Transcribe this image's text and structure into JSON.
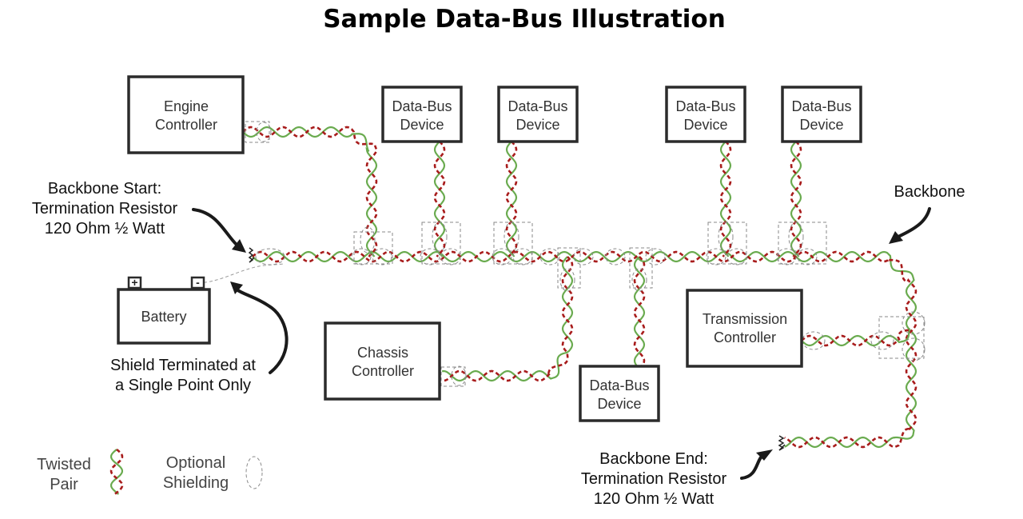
{
  "title": "Sample Data-Bus Illustration",
  "components": {
    "engine_controller": [
      "Engine",
      "Controller"
    ],
    "device_1": [
      "Data-Bus",
      "Device"
    ],
    "device_2": [
      "Data-Bus",
      "Device"
    ],
    "device_3": [
      "Data-Bus",
      "Device"
    ],
    "device_4": [
      "Data-Bus",
      "Device"
    ],
    "device_5": [
      "Data-Bus",
      "Device"
    ],
    "battery": "Battery",
    "chassis_controller": [
      "Chassis",
      "Controller"
    ],
    "transmission_controller": [
      "Transmission",
      "Controller"
    ]
  },
  "battery_terminals": {
    "positive": "+",
    "negative": "-"
  },
  "annotations": {
    "backbone_start": [
      "Backbone Start:",
      "Termination Resistor",
      "120 Ohm ½ Watt"
    ],
    "backbone": "Backbone",
    "shield": [
      "Shield Terminated at",
      "a Single Point Only"
    ],
    "backbone_end": [
      "Backbone End:",
      "Termination Resistor",
      "120 Ohm ½ Watt"
    ]
  },
  "legend": {
    "twisted_pair": [
      "Twisted",
      "Pair"
    ],
    "optional_shielding": [
      "Optional",
      "Shielding"
    ]
  },
  "colors": {
    "wire_a": "#6aab4f",
    "wire_b": "#a81c1c",
    "shield": "#8a8a8a"
  }
}
